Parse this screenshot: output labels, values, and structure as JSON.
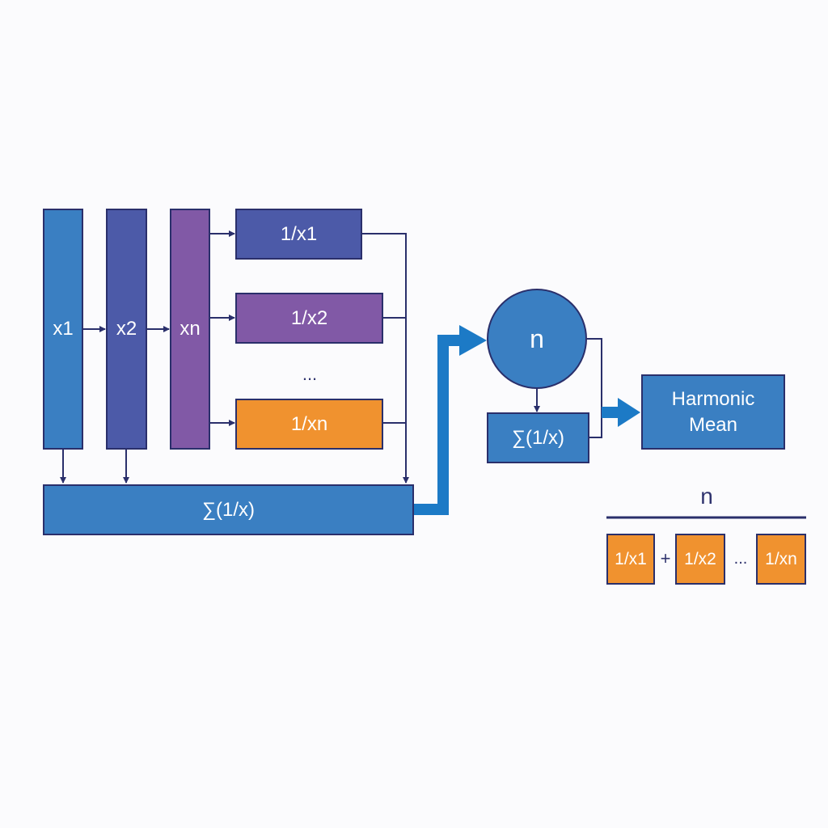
{
  "colors": {
    "blue": "#3a7fc2",
    "indigo": "#4c5aa8",
    "purple": "#8159a6",
    "orange": "#f0922f",
    "dark": "#2a2f6b",
    "arrow": "#1c7ac6",
    "background": "#fbfbfd"
  },
  "inputs": {
    "x1": "x1",
    "x2": "x2",
    "xn": "xn"
  },
  "reciprocals": {
    "r1": "1/x1",
    "r2": "1/x2",
    "dots": "...",
    "rn": "1/xn"
  },
  "sum_bar": {
    "label": "∑(1/x)"
  },
  "count_node": {
    "label": "n"
  },
  "sum_box": {
    "label": "∑(1/x)"
  },
  "result": {
    "line1": "Harmonic",
    "line2": "Mean"
  },
  "formula": {
    "numerator": "n",
    "terms": [
      "1/x1",
      "1/x2",
      "1/xn"
    ],
    "plus": "+",
    "ellipsis": "..."
  }
}
